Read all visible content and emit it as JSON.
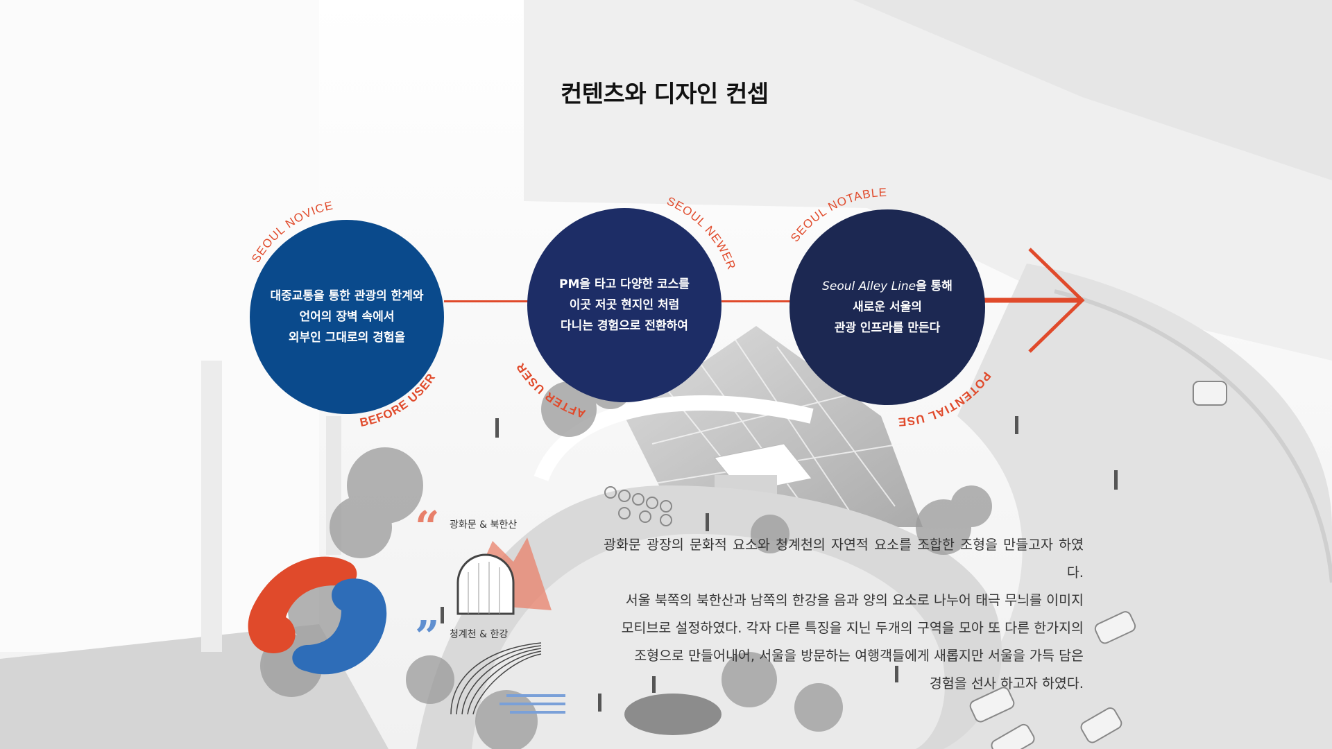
{
  "page": {
    "title": "컨텐츠와 디자인 컨셉"
  },
  "stages": [
    {
      "top_label": "SEOUL NOVICE",
      "bottom_label": "BEFORE USER",
      "lines": [
        "대중교통을 통한 관광의 한계와",
        "언어의 장벽 속에서",
        "외부인 그대로의 경험을"
      ],
      "color": "#0a4a8c"
    },
    {
      "top_label": "SEOUL NEWER",
      "bottom_label": "AFTER USER",
      "lines": [
        "PM을 타고 다양한 코스를",
        "이곳 저곳 현지인 처럼",
        "다니는 경험으로 전환하여"
      ],
      "color": "#1d2d66"
    },
    {
      "top_label": "SEOUL NOTABLE",
      "bottom_label": "POTENTIAL USER",
      "line1_italic": "Seoul Alley Line",
      "line1_rest": "을 통해",
      "lines": [
        "새로운 서울의",
        "관광 인프라를 만든다"
      ],
      "color": "#1c2852"
    }
  ],
  "legend": {
    "yang_label": "광화문 & 북한산",
    "yin_label": "청계천 & 한강",
    "accent_red": "#e04a2b",
    "accent_blue": "#2e6db8"
  },
  "description": {
    "lines": [
      "광화문 광장의 문화적 요소와 청계천의 자연적 요소를 조합한 조형을 만들고자 하였다.",
      "서울 북쪽의 북한산과 남쪽의 한강을 음과 양의 요소로 나누어 태극 무늬를 이미지",
      "모티브로 설정하였다. 각자 다른 특징을 지닌 두개의 구역을 모아 또 다른 한가지의",
      "조형으로 만들어내어, 서울을 방문하는 여행객들에게 새롭지만 서울을 가득 담은",
      "경험을 선사 하고자 하였다."
    ]
  }
}
